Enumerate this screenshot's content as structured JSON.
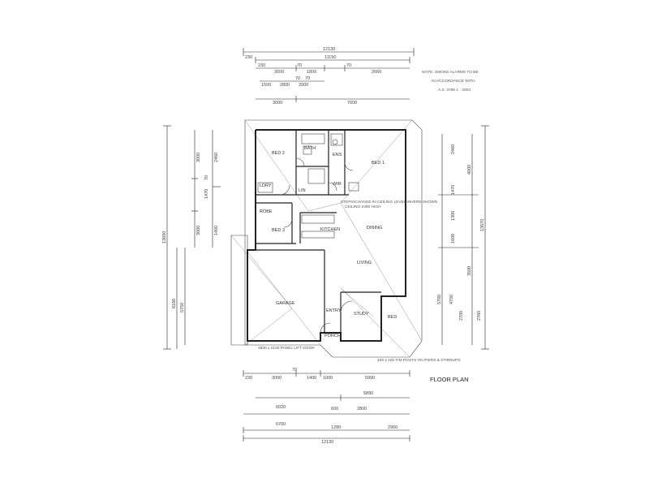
{
  "title": "FLOOR PLAN",
  "notes": {
    "line1": "NOTE: SMOKE ALARMS TO BE",
    "line2": "IN ACCORDANCE WITH",
    "line3": "A.S. 3786 1 - 2003",
    "ceiling": "STEPS/CHANGE IN CEILING LEVEL WHERE SHOWN",
    "ceiling2": "CEILING 2400 HIGH",
    "posts": "100 x 100 TIM POSTS ON PIERS & STIRRUPS",
    "garage_door": "4800 x 2100 PANEL LIFT DOOR"
  },
  "rooms": {
    "bed2": "BED 2",
    "bath": "BATH",
    "bed1": "BED 1",
    "ens": "ENS",
    "wir": "WIR",
    "bed3": "BED 3",
    "kitchen": "KITCHEN",
    "dining": "DINING",
    "living": "LIVING",
    "garage": "GARAGE",
    "study": "STUDY",
    "porch": "PORCH",
    "entry": "ENTRY",
    "ldry": "LDRY",
    "robe": "ROBE",
    "linen": "LIN",
    "bed_alt": "BED"
  },
  "dims": {
    "top_overall": "12130",
    "top_second": "11150",
    "top_row": [
      "230",
      "3000",
      "70",
      "1800",
      "70",
      "2660"
    ],
    "top_row2": [
      "1500",
      "2800",
      "2000"
    ],
    "top_row3": [
      "3000",
      "7600"
    ],
    "top_small": [
      "230",
      "70",
      "70"
    ],
    "left_overall": "13690",
    "left_second": "6160",
    "left_third": "5750",
    "left_a": [
      "3000",
      "2460",
      "70",
      "1470",
      "3000",
      "1400"
    ],
    "right_overall": "13670",
    "right_a": [
      "2460",
      "4000",
      "1470",
      "1300",
      "1600",
      "3500"
    ],
    "right_b": [
      "5760",
      "4750",
      "2700",
      "2760"
    ],
    "bottom_row1": [
      "230",
      "3000",
      "70",
      "1400",
      "1000",
      "5990"
    ],
    "bottom_row2": [
      "5890",
      "2800",
      "600"
    ],
    "bottom_row3": [
      "6020",
      "1280",
      "2960"
    ],
    "bottom_row4": [
      "6700",
      "12130"
    ]
  }
}
